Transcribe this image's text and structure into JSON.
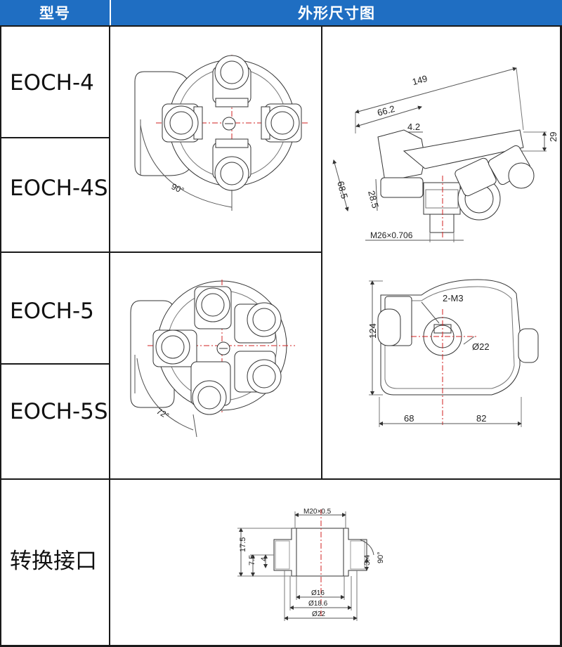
{
  "header": {
    "col1": "型号",
    "col2": "外形尺寸图"
  },
  "models": {
    "m1": "EOCH-4",
    "m2": "EOCH-4S",
    "m3": "EOCH-5",
    "m4": "EOCH-5S",
    "m5": "转换接口"
  },
  "dims": {
    "angle90": "90°",
    "angle72": "72°",
    "d149": "149",
    "d66_2": "66.2",
    "d4_2": "4.2",
    "d29": "29",
    "d68_5": "68.5",
    "d28_5": "28.5",
    "thread_m26": "M26×0.706",
    "m3": "2-M3",
    "d124": "124",
    "dia22": "Ø22",
    "d68": "68",
    "d82": "82",
    "thread_m20": "M20×0.5",
    "d17_5": "17.5",
    "d7_5": "7.5",
    "d4": "4",
    "d3_4": "3.4",
    "a90": "90°",
    "dia16": "Ø16",
    "dia18_6": "Ø18.6",
    "dia22b": "Ø22"
  },
  "colors": {
    "header": "#1f6ec2",
    "centerline": "#d22222",
    "outline": "#333333"
  }
}
